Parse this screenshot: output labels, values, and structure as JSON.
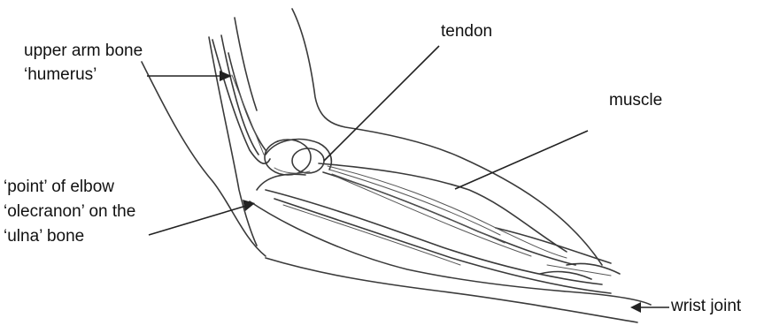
{
  "labels": {
    "humerus_line1": "upper arm bone",
    "humerus_line2": "‘humerus’",
    "tendon": "tendon",
    "muscle": "muscle",
    "elbow_line1": "‘point’ of elbow",
    "elbow_line2": "‘olecranon’ on the",
    "elbow_line3": "‘ulna’ bone",
    "wrist": "wrist joint"
  },
  "colors": {
    "ink": "#222222",
    "sketch": "#3a3a3a",
    "background": "#ffffff"
  }
}
